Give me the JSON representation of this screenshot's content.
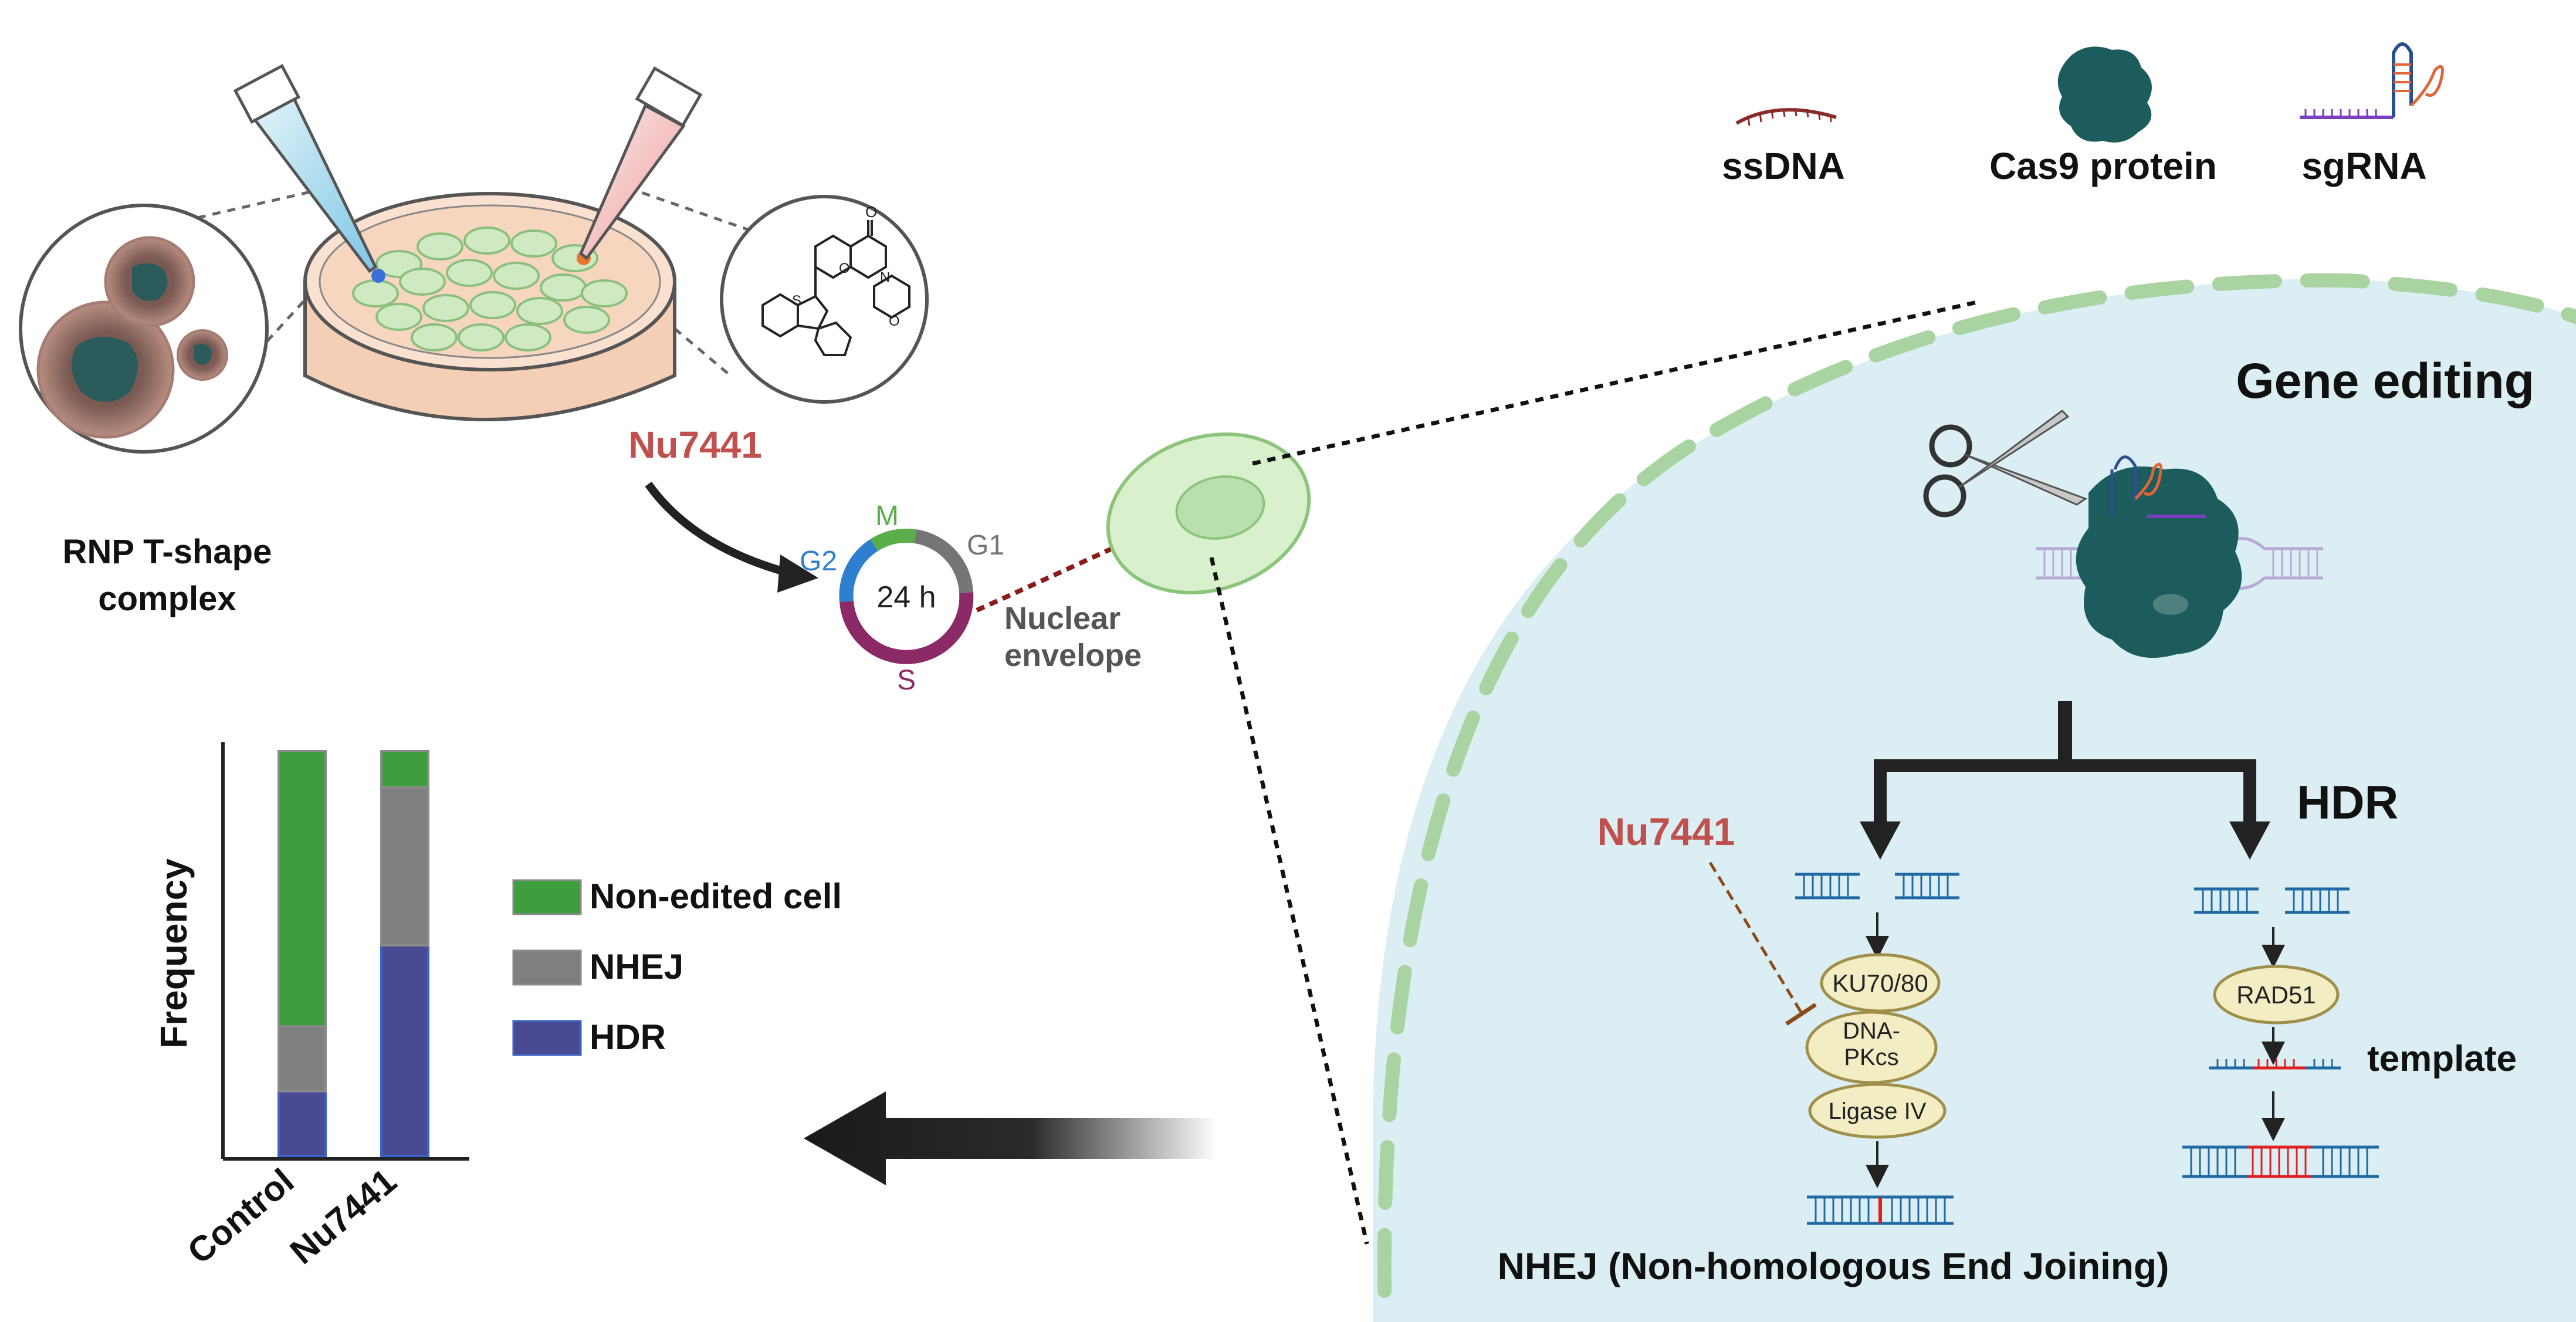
{
  "legend_top": {
    "ssdna": "ssDNA",
    "cas9": "Cas9 protein",
    "sgrna": "sgRNA"
  },
  "left": {
    "rnp_line1": "RNP T-shape",
    "rnp_line2": "complex",
    "drug": "Nu7441"
  },
  "cycle": {
    "center": "24 h",
    "m": "M",
    "g1": "G1",
    "g2": "G2",
    "s": "S",
    "nuclear_line1": "Nuclear",
    "nuclear_line2": "envelope"
  },
  "gene_editing": {
    "title": "Gene editing",
    "hdr": "HDR",
    "inhibitor": "Nu7441",
    "ku": "KU70/80",
    "dnapk1": "DNA-",
    "dnapk2": "PKcs",
    "ligase": "Ligase IV",
    "rad51": "RAD51",
    "template": "template",
    "nhej_full": "NHEJ (Non-homologous End Joining)"
  },
  "colors": {
    "nonedited": "#3e9e3e",
    "nhej": "#7f7f7f",
    "hdr": "#4a4a93",
    "drug_red": "#c0504d",
    "cell_bg": "#dbeef3",
    "nucleus_dash": "#a9d3a0",
    "protein": "#1d5c5c"
  },
  "chart_data": {
    "type": "bar",
    "stacked": true,
    "categories": [
      "Control",
      "Nu7441"
    ],
    "ylabel": "Frequency",
    "series": [
      {
        "name": "HDR",
        "values": [
          16,
          52
        ]
      },
      {
        "name": "NHEJ",
        "values": [
          16,
          39
        ]
      },
      {
        "name": "Non-edited cell",
        "values": [
          68,
          9
        ]
      }
    ],
    "ylim": [
      0,
      100
    ],
    "legend_position": "right",
    "grid": false
  }
}
